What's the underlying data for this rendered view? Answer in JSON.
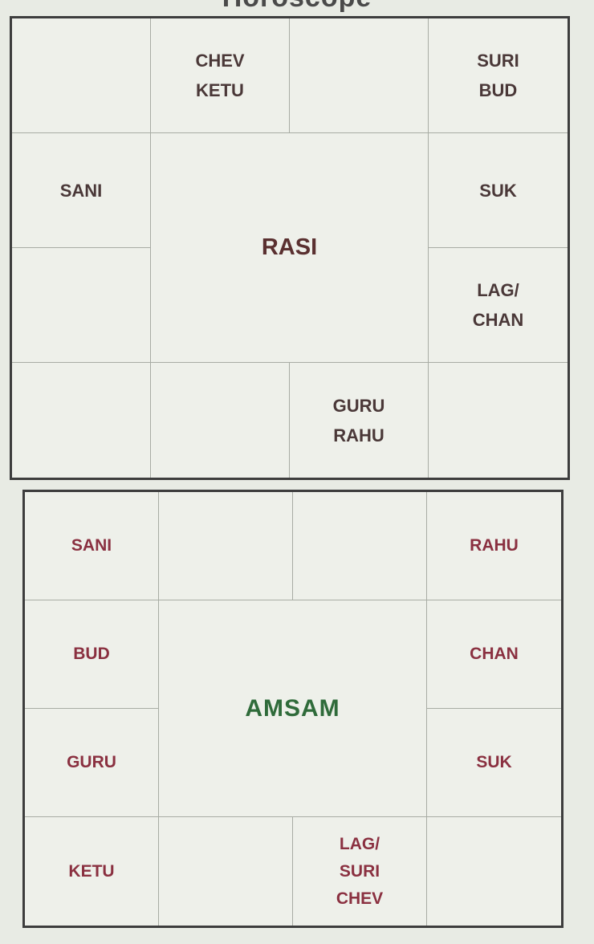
{
  "title": "Horoscope",
  "rasi": {
    "label": "RASI",
    "cells": [
      [],
      [
        "CHEV",
        "KETU"
      ],
      [],
      [
        "SURI",
        "BUD"
      ],
      [
        "SANI"
      ],
      null,
      null,
      [
        "SUK"
      ],
      [],
      null,
      null,
      [
        "LAG/",
        "CHAN"
      ],
      [],
      [],
      [
        "GURU",
        "RAHU"
      ],
      []
    ]
  },
  "amsam": {
    "label": "AMSAM",
    "cells": [
      [
        "SANI"
      ],
      [],
      [],
      [
        "RAHU"
      ],
      [
        "BUD"
      ],
      null,
      null,
      [
        "CHAN"
      ],
      [
        "GURU"
      ],
      null,
      null,
      [
        "SUK"
      ],
      [
        "KETU"
      ],
      [],
      [
        "LAG/",
        "SURI",
        "CHEV"
      ],
      []
    ]
  }
}
